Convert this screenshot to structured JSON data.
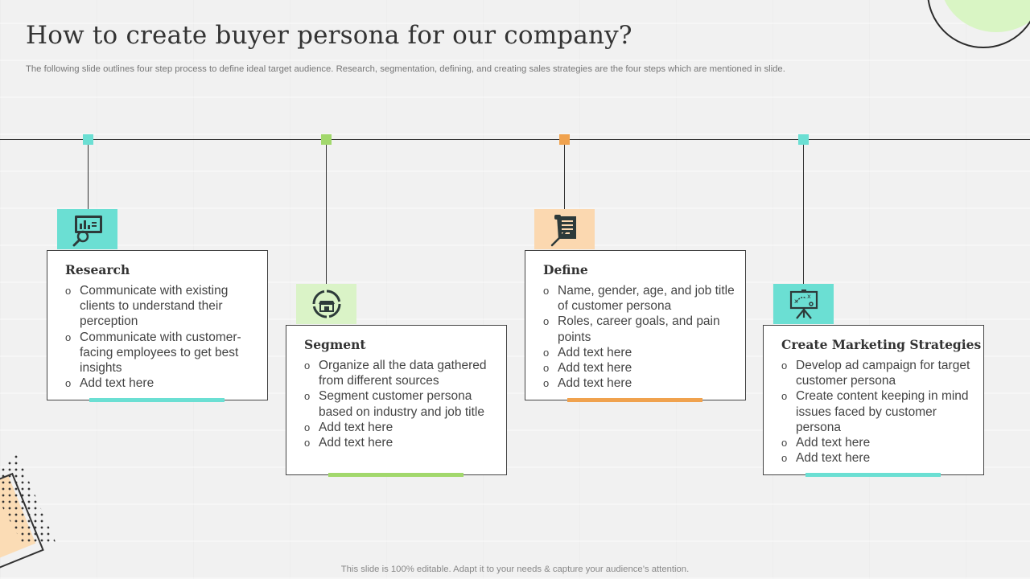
{
  "title": "How to create buyer persona for our company?",
  "subtitle": "The following slide outlines four step process to define ideal target audience. Research, segmentation, defining, and creating sales strategies are the four steps which are mentioned in slide.",
  "footer": "This slide is 100% editable. Adapt it to your needs & capture your audience’s attention.",
  "colors": {
    "teal": "#6bdfd3",
    "green": "#a2d86c",
    "orange": "#f0a24e",
    "peach": "#fbd8b0",
    "light_green": "#daf3c7"
  },
  "steps": [
    {
      "title": "Research",
      "icon": "data-analysis-icon",
      "bullets": [
        "Communicate with existing clients to understand their perception",
        "Communicate with customer-facing employees to get best insights",
        "Add text here"
      ]
    },
    {
      "title": "Segment",
      "icon": "market-segment-icon",
      "bullets": [
        "Organize all the data gathered from different sources",
        "Segment customer persona based on industry and job title",
        "Add text here",
        "Add text here"
      ]
    },
    {
      "title": "Define",
      "icon": "scroll-document-icon",
      "bullets": [
        "Name, gender, age, and job title of customer persona",
        "Roles, career goals, and pain points",
        "Add text here",
        "Add text here",
        "Add text here"
      ]
    },
    {
      "title": "Create Marketing Strategies",
      "icon": "strategy-board-icon",
      "bullets": [
        "Develop ad campaign for target customer persona",
        "Create content keeping in mind issues faced by customer persona",
        "Add text here",
        "Add text here"
      ]
    }
  ]
}
